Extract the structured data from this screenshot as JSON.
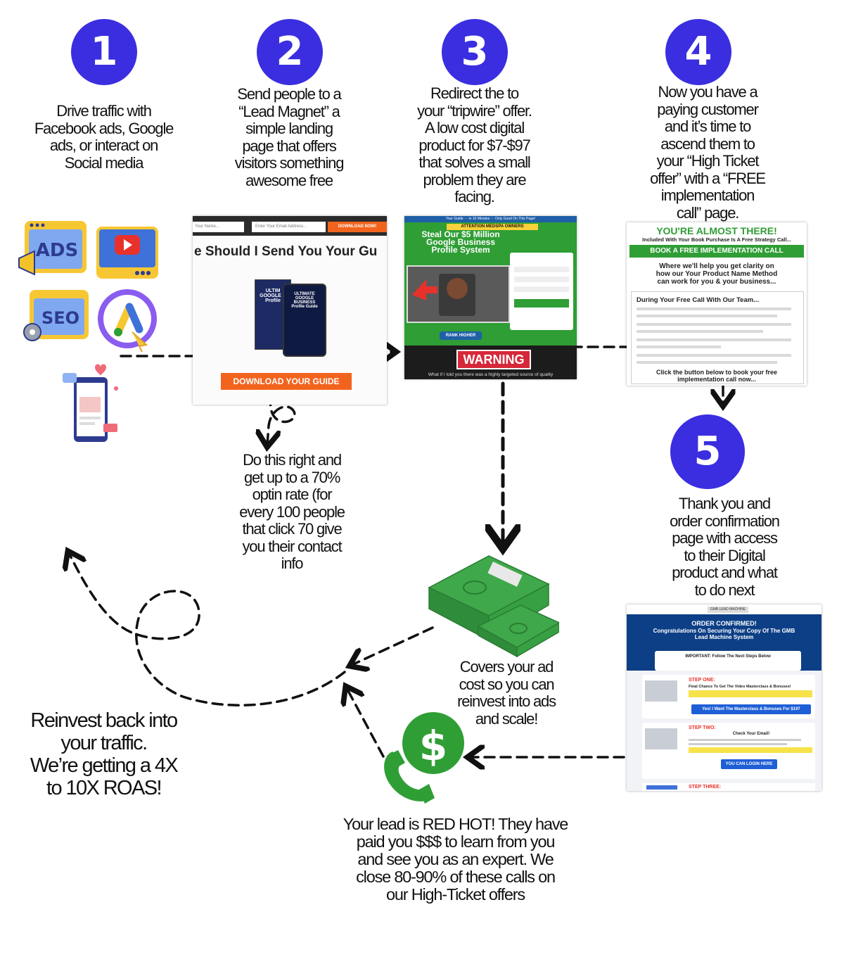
{
  "colors": {
    "accent": "#3a2ee0",
    "green": "#2f9e35",
    "orange": "#f2641e",
    "red_warning": "#d6283a",
    "navy": "#0d3f86"
  },
  "steps": [
    {
      "number": "1",
      "text": "Drive traffic with\nFacebook ads, Google\nads, or interact on\nSocial media"
    },
    {
      "number": "2",
      "text": "Send people to a\n“Lead Magnet” a\nsimple landing\npage that offers\nvisitors something\nawesome free"
    },
    {
      "number": "3",
      "text": "Redirect the to\nyour “tripwire” offer.\nA low cost digital\nproduct for $7-$97\nthat solves a small\nproblem they are\nfacing."
    },
    {
      "number": "4",
      "text": "Now you have a\npaying customer\nand it’s time to\nascend them to\nyour “High Ticket\noffer” with a “FREE\nimplementation\ncall” page."
    },
    {
      "number": "5",
      "text": "Thank you and\norder confirmation\npage with access\nto their Digital\nproduct and what\nto do next"
    }
  ],
  "icons": {
    "ads_label": "ADS",
    "seo_label": "SEO"
  },
  "optin_note": "Do this right and\nget up to a 70%\noptin rate (for\nevery 100 people\nthat click 70 give\nyou their contact\ninfo",
  "ad_cost_note": "Covers your ad\ncost so you can\nreinvest into ads\nand scale!",
  "hot_lead_note": "Your lead is RED HOT! They have\npaid you $$$ to learn from you\nand see you as an expert. We\nclose 80-90% of these calls on\nour High-Ticket offers",
  "reinvest_note": "Reinvest back into\nyour traffic.\nWe’re getting a 4X\nto 10X ROAS!",
  "lead_page": {
    "name_placeholder": "Your Name...",
    "email_placeholder": "Enter Your Email Address...",
    "download_now": "DOWNLOAD NOW!",
    "headline": "e Should I Send You Your Gu",
    "book_title_1": "ULTIM\nGOOGLE B\nProfile",
    "book_title_2": "ULTIMATE\nGOOGLE BUSINESS\nProfile Guide",
    "cta": "DOWNLOAD YOUR GUIDE"
  },
  "tripwire_page": {
    "topbar": "Your Guide ··· in 10 Minutes ··· Only Good On This Page!",
    "attention": "ATTENTION MEDSPA OWNERS",
    "headline": "Steal Our $5 Million\nGoogle Business\nProfile System",
    "rank": "RANK HIGHER",
    "warning": "WARNING",
    "footer": "What if I told you there was a highly targeted source of quality"
  },
  "strategy_page": {
    "headline": "YOU'RE ALMOST THERE!",
    "sub": "Included With Your Book Purchase Is A Free Strategy Call...",
    "button": "BOOK A FREE IMPLEMENTATION CALL",
    "desc": "Where we'll help you get clarity on\nhow our Your Product Name Method\ncan work for you & your business...",
    "during": "During Your Free Call With Our Team...",
    "close": "Click the button below to book your free\nimplementation call now..."
  },
  "confirm_page": {
    "logo": "GMB LEAD MACHINE",
    "title": "ORDER CONFIRMED!",
    "sub": "Congratulations On Securing Your Copy Of The GMB\nLead Machine System",
    "important": "IMPORTANT: Follow The Next Steps Below",
    "step_one": "STEP ONE:",
    "step_one_head": "Final Chance To Get The Video Masterclass & Bonuses!",
    "step_one_button": "Yes! I Want The Masterclass & Bonuses For $197",
    "step_two": "STEP TWO:",
    "step_two_head": "Check Your Email!",
    "step_two_button": "YOU CAN LOGIN HERE",
    "step_three": "STEP THREE:"
  },
  "money_symbol": "$"
}
